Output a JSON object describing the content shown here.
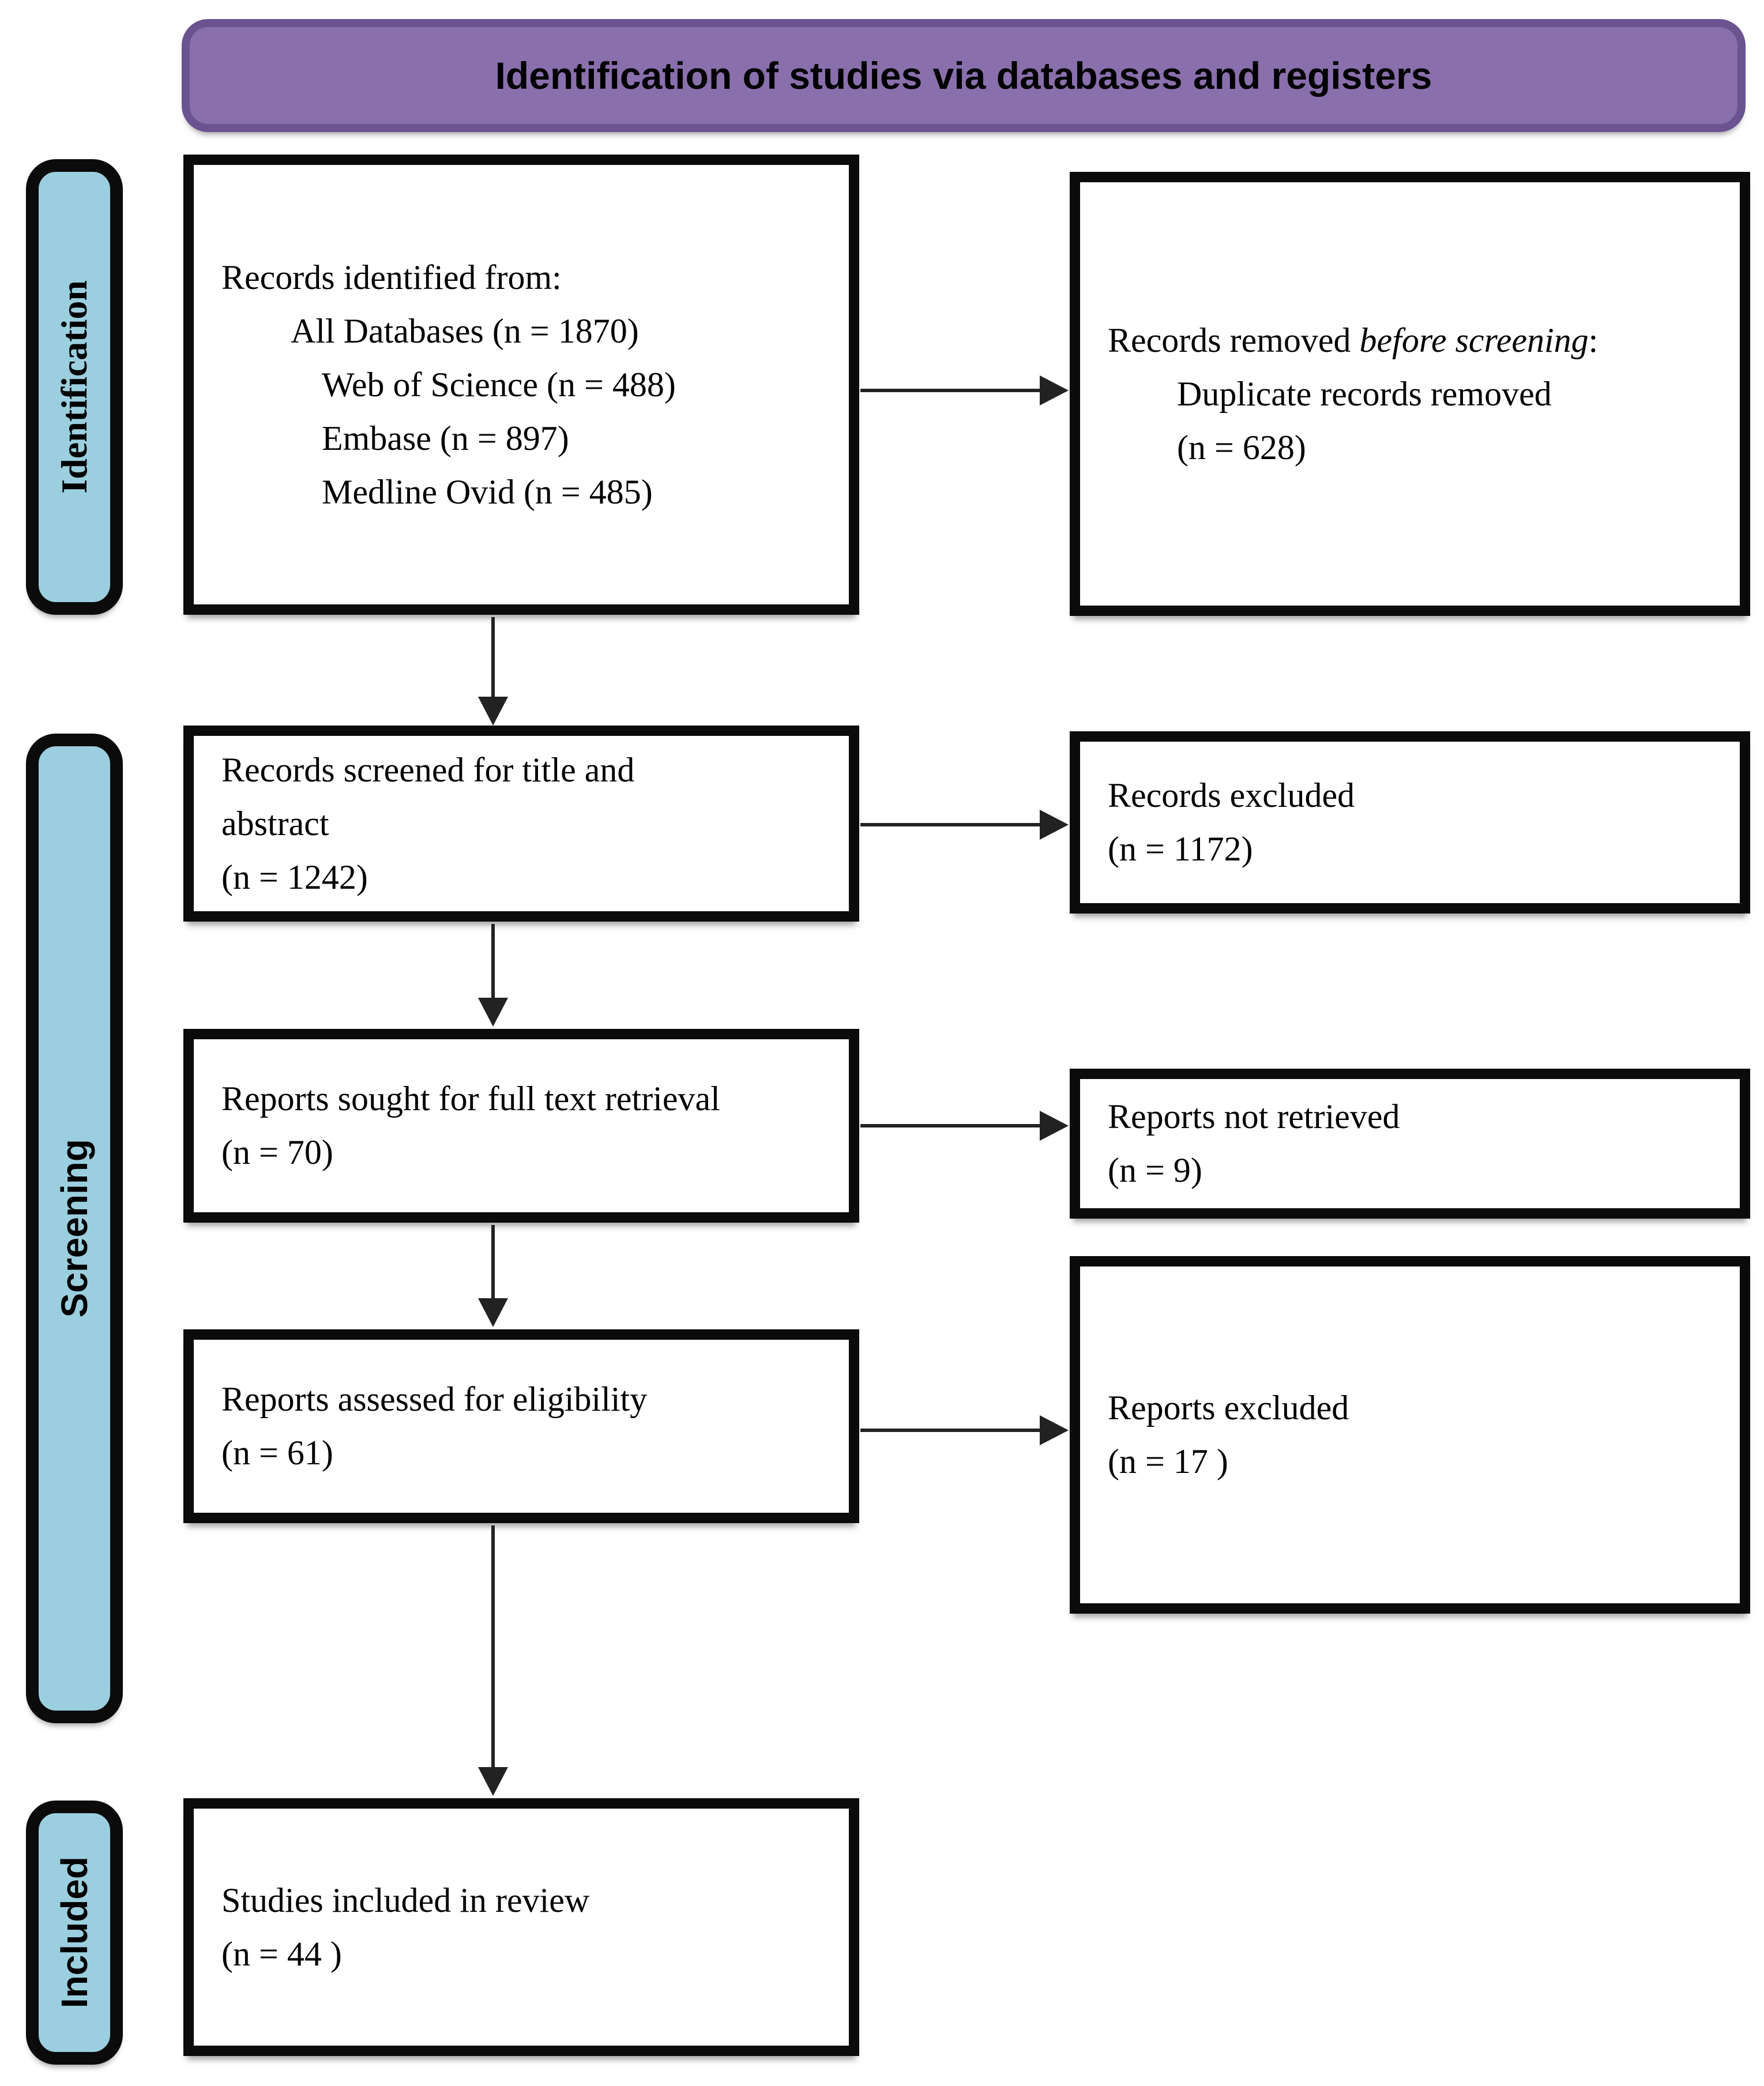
{
  "header": {
    "title": "Identification of studies via databases and registers"
  },
  "sidebar": {
    "identification": "Identification",
    "screening": "Screening",
    "included": "Included"
  },
  "boxes": {
    "identified": {
      "line1": "Records identified from:",
      "line2": "All Databases (n = 1870)",
      "line3": "Web of Science (n = 488)",
      "line4": "Embase (n = 897)",
      "line5": "Medline Ovid (n = 485)"
    },
    "removed": {
      "line1_prefix": "Records removed ",
      "line1_italic": "before screening",
      "line1_suffix": ":",
      "line2": "Duplicate records removed",
      "line3": "(n = 628)"
    },
    "screened": {
      "line1": "Records screened for title and",
      "line2": "abstract",
      "line3": "(n = 1242)"
    },
    "records_excluded": {
      "line1": "Records excluded",
      "line2": "(n = 1172)"
    },
    "sought": {
      "line1": "Reports sought for full text retrieval",
      "line2": "(n = 70)"
    },
    "not_retrieved": {
      "line1": "Reports not retrieved",
      "line2": "(n = 9)"
    },
    "assessed": {
      "line1": "Reports assessed for eligibility",
      "line2": "(n = 61)"
    },
    "reports_excluded": {
      "line1": "Reports excluded",
      "line2": "(n = 17 )"
    },
    "included_studies": {
      "line1": "Studies included in review",
      "line2": "(n = 44 )"
    }
  },
  "colors": {
    "purple_fill": "#8A6FAD",
    "purple_border": "#6A5390",
    "blue_fill": "#9BCFDF",
    "box_border": "#0b0b0b",
    "arrow": "#222222"
  }
}
